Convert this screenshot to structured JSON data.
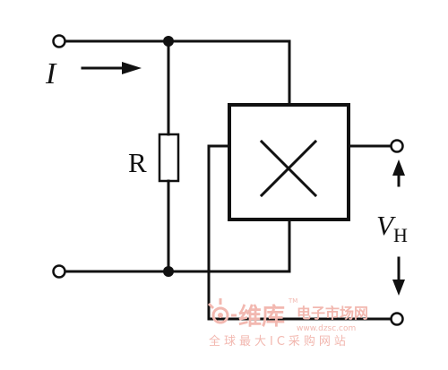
{
  "labels": {
    "current": "I",
    "resistor": "R",
    "hall_voltage_main": "V",
    "hall_voltage_sub": "H"
  },
  "watermark": {
    "brand": "维库",
    "tm": "TM",
    "title": "电子市场网",
    "url": "www.dzsc.com",
    "slogan": "全球最大IC采购网站"
  },
  "colors": {
    "ink": "#111111",
    "watermark": "#f2b8b0"
  }
}
